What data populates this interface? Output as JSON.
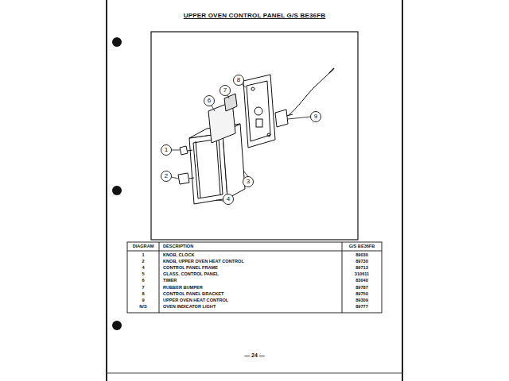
{
  "diagram": {
    "title": "UPPER OVEN CONTROL PANEL G/S BE36FB",
    "labels": [
      "1",
      "2",
      "3",
      "4",
      "6",
      "7",
      "8",
      "9",
      "DIAGRAM",
      "DESCRIPTION",
      "G/S BE36FB",
      "1",
      "KNOB, CLOCK",
      "89030",
      "2",
      "KNOB, UPPER OVEN HEAT CONTROL",
      "89730",
      "4",
      "CONTROL PANEL FRAME",
      "89713",
      "5",
      "GLASS, CONTROL PANEL",
      "310611",
      "6",
      "TIMER",
      "83040",
      "7",
      "RUBBER BUMPER",
      "89787",
      "8",
      "CONTROL PANEL BRACKET",
      "89750",
      "9",
      "UPPER OVEN HEAT CONTROL",
      "89309",
      "N/S",
      "OVEN INDICATOR LIGHT",
      "89777",
      "— 24 —"
    ]
  }
}
